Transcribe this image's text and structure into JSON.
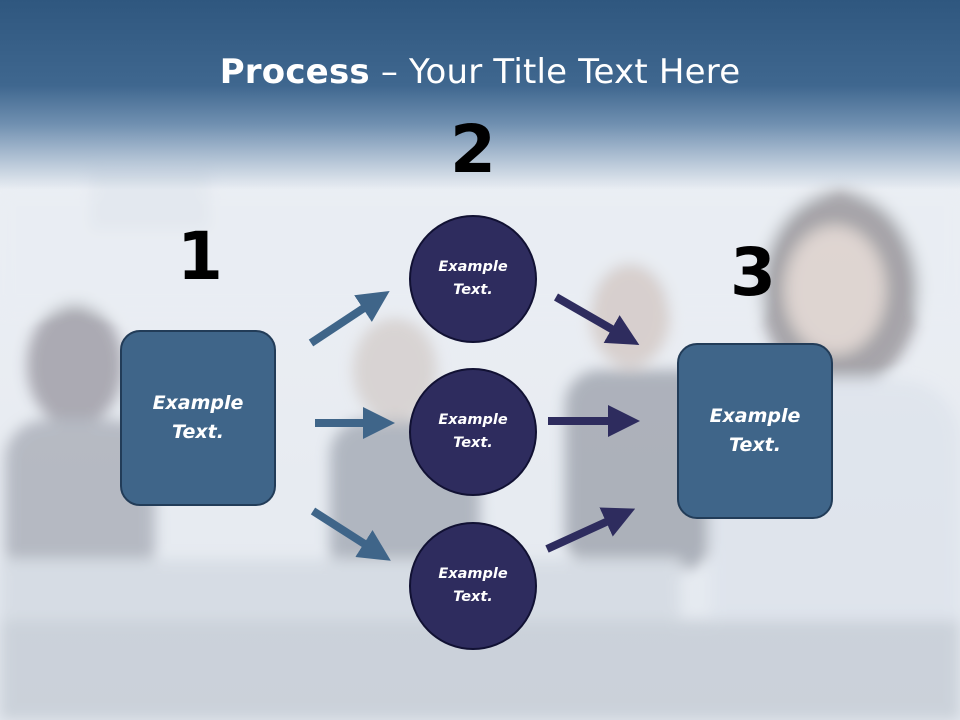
{
  "title": {
    "bold": "Process",
    "rest": " – Your Title Text Here"
  },
  "steps": [
    {
      "number": "1",
      "text": "Example\nText."
    },
    {
      "number": "2",
      "text": "Example\nText."
    },
    {
      "number": "3",
      "text": "Example\nText."
    }
  ],
  "circles": [
    {
      "text": "Example\nText."
    },
    {
      "text": "Example\nText."
    },
    {
      "text": "Example\nText."
    }
  ],
  "colors": {
    "title_bar": "#3a6289",
    "box_fill": "#3f6589",
    "circle_fill": "#2e2c5e",
    "arrow_left": "#3f6589",
    "arrow_right": "#2e2c5e"
  },
  "background": "blurred office photo of business team"
}
